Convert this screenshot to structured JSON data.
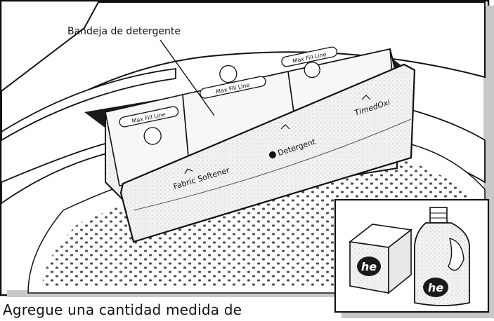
{
  "callout_label": "Bandeja de detergente",
  "caption": "Agregue una cantidad medida de",
  "tray": {
    "max_fill_label": "Max Fill Line",
    "fabric_softener_label": "Fabric Softener",
    "detergent_label": "Detergent",
    "timed_label": "TimedOxi"
  },
  "inset": {
    "box_logo": "he",
    "bottle_logo": "he"
  }
}
